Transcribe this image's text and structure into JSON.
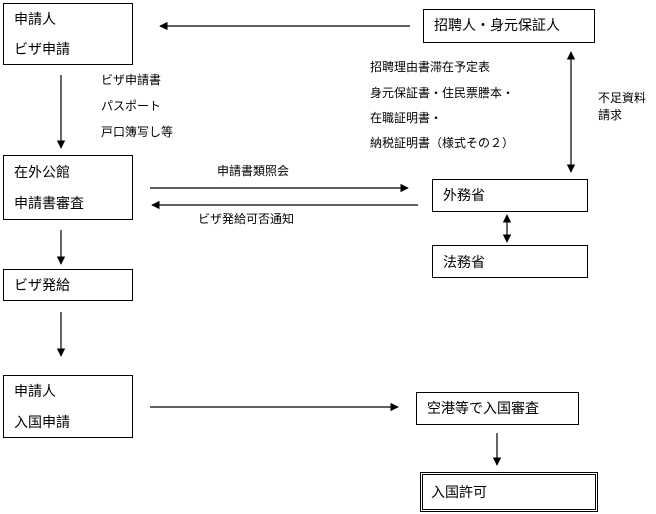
{
  "boxes": {
    "applicant": [
      "申請人",
      "ビザ申請"
    ],
    "inviter": [
      "招聘人・身元保証人"
    ],
    "embassy": [
      "在外公館",
      "申請書審査"
    ],
    "foreign_ministry": [
      "外務省"
    ],
    "justice_ministry": [
      "法務省"
    ],
    "visa_issue": [
      "ビザ発給"
    ],
    "entry": [
      "申請人",
      "入国申請"
    ],
    "airport": [
      "空港等で入国審査"
    ],
    "permit": [
      "入国許可"
    ]
  },
  "labels": {
    "applicant_docs": [
      "ビザ申請書",
      "パスポート",
      "戸口簿写し等"
    ],
    "inviter_docs": [
      "招聘理由書滞在予定表",
      "身元保証書・住民票謄本・",
      "在職証明書・",
      "納税証明書（様式その２）"
    ],
    "missing_docs_request": [
      "不足資料",
      "請求"
    ],
    "document_inquiry": "申請書類照会",
    "visa_decision_notice": "ビザ発給可否通知"
  }
}
